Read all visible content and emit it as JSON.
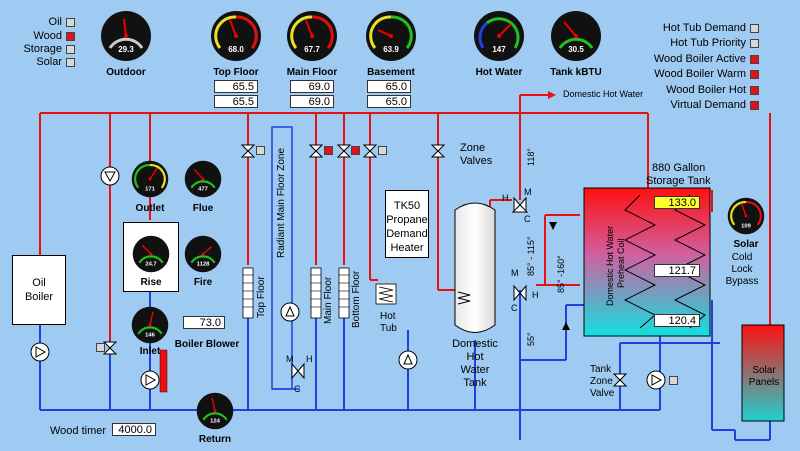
{
  "legend": {
    "items": [
      {
        "label": "Oil",
        "color": "#d8d8d8"
      },
      {
        "label": "Wood",
        "color": "#e0101c"
      },
      {
        "label": "Storage",
        "color": "#d8d8d8"
      },
      {
        "label": "Solar",
        "color": "#d8d8d8"
      }
    ]
  },
  "status": {
    "items": [
      {
        "label": "Hot Tub Demand",
        "color": "#d8d8d8"
      },
      {
        "label": "Hot Tub Priority",
        "color": "#d8d8d8"
      },
      {
        "label": "Wood Boiler Active",
        "color": "#e0101c"
      },
      {
        "label": "Wood Boiler Warm",
        "color": "#e0101c"
      },
      {
        "label": "Wood Boiler Hot",
        "color": "#e0101c"
      },
      {
        "label": "Virtual Demand",
        "color": "#e0101c"
      }
    ]
  },
  "gauges": {
    "outdoor": {
      "label": "Outdoor",
      "value": "29.3"
    },
    "top_floor": {
      "label": "Top Floor",
      "value": "68.0"
    },
    "main_floor": {
      "label": "Main Floor",
      "value": "67.7"
    },
    "basement": {
      "label": "Basement",
      "value": "63.9"
    },
    "hot_water": {
      "label": "Hot Water",
      "value": "147"
    },
    "tank_kbtu": {
      "label": "Tank kBTU",
      "value": "30.5"
    },
    "outlet": {
      "label": "Outlet",
      "value": "171"
    },
    "flue": {
      "label": "Flue",
      "value": "477"
    },
    "rise": {
      "label": "Rise",
      "value": "24.7"
    },
    "fire": {
      "label": "Fire",
      "value": "1128"
    },
    "inlet": {
      "label": "Inlet",
      "value": "146"
    },
    "return": {
      "label": "Return",
      "value": "124"
    },
    "solar": {
      "label": "Solar",
      "value": "109"
    }
  },
  "setpoints": {
    "top_floor": [
      "65.5",
      "65.5"
    ],
    "main_floor": [
      "69.0",
      "69.0"
    ],
    "basement": [
      "65.0",
      "65.0"
    ]
  },
  "tank": {
    "title_line1": "880 Gallon",
    "title_line2": "Storage Tank",
    "top": "133.0",
    "mid": "121.7",
    "bottom": "120.4",
    "coil_label_1": "Domestic Hot Water",
    "coil_label_2": "Preheat Coil"
  },
  "labels": {
    "domestic_hot_water_arrow": "Domestic Hot Water",
    "zone_valves_1": "Zone",
    "zone_valves_2": "Valves",
    "radiant_zone": "Radiant Main Floor Zone",
    "top_floor_rad": "Top Floor",
    "main_floor_rad": "Main Floor",
    "bottom_floor_rad": "Bottom Floor",
    "hot_tub_1": "Hot",
    "hot_tub_2": "Tub",
    "propane_1": "TK50",
    "propane_2": "Propane",
    "propane_3": "Demand",
    "propane_4": "Heater",
    "dhw_tank_1": "Domestic",
    "dhw_tank_2": "Hot",
    "dhw_tank_3": "Water",
    "dhw_tank_4": "Tank",
    "oil_boiler_1": "Oil",
    "oil_boiler_2": "Boiler",
    "boiler_blower": "Boiler Blower",
    "boiler_blower_value": "73.0",
    "wood_timer": "Wood timer",
    "wood_timer_value": "4000.0",
    "temp_118": "118°",
    "temp_85_115": "85° - 115°",
    "temp_85_160": "85° -160°",
    "temp_55": "55°",
    "tank_zone_1": "Tank",
    "tank_zone_2": "Zone",
    "tank_zone_3": "Valve",
    "cold_lock_1": "Cold",
    "cold_lock_2": "Lock",
    "cold_lock_3": "Bypass",
    "solar_panels_1": "Solar",
    "solar_panels_2": "Panels",
    "valve_h": "H",
    "valve_m": "M",
    "valve_c": "C"
  }
}
